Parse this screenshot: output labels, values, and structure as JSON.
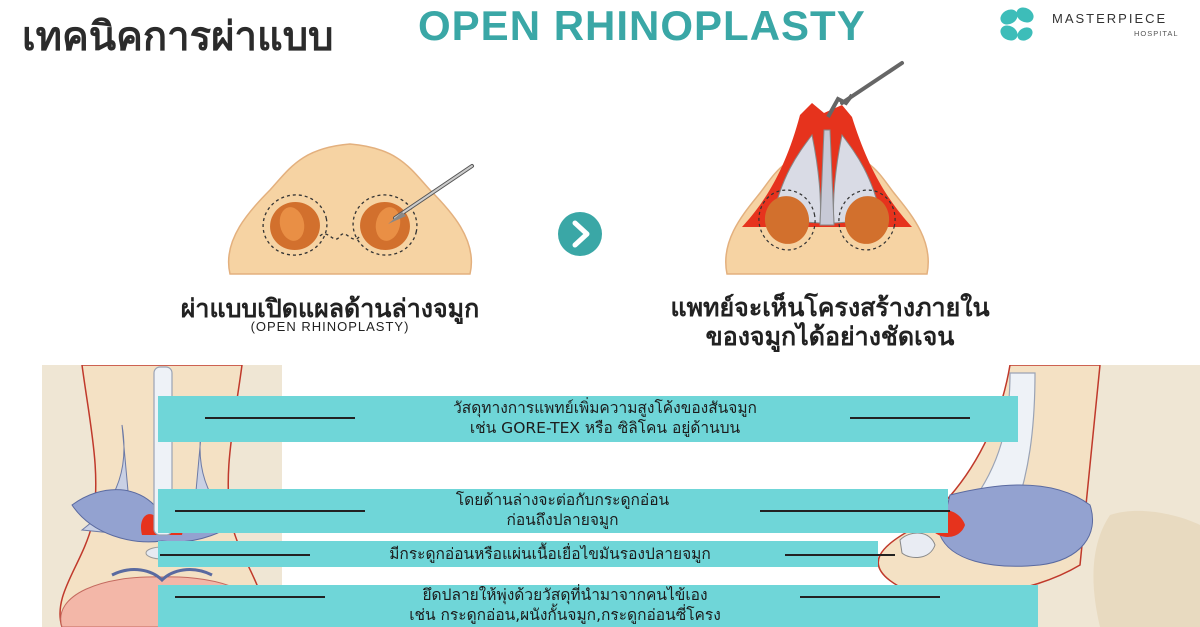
{
  "header": {
    "title_thai": "เทคนิคการผ่าแบบ",
    "title_en": "OPEN RHINOPLASTY",
    "brand_name": "MASTERPIECE",
    "brand_sub": "HOSPITAL"
  },
  "steps": [
    {
      "caption": "ผ่าแบบเปิดแผลด้านล่างจมูก",
      "subcaption": "(OPEN RHINOPLASTY)"
    },
    {
      "caption_line1": "แพทย์จะเห็นโครงสร้างภายใน",
      "caption_line2": "ของจมูกได้อย่างชัดเจน"
    }
  ],
  "labels": [
    {
      "line1": "วัสดุทางการแพทย์เพิ่มความสูงโค้งของสันจมูก",
      "line2": "เช่น GORE-TEX หรือ ซิลิโคน อยู่ด้านบน"
    },
    {
      "line1": "โดยด้านล่างจะต่อกับกระดูกอ่อน",
      "line2": "ก่อนถึงปลายจมูก"
    },
    {
      "line1": "มีกระดูกอ่อนหรือแผ่นเนื้อเยื่อไขมันรองปลายจมูก"
    },
    {
      "line1": "ยึดปลายให้พุ่งด้วยวัสดุที่นำมาจากคนไข้เอง",
      "line2": "เช่น กระดูกอ่อน,ผนังกั้นจมูก,กระดูกอ่อนซี่โครง"
    }
  ],
  "colors": {
    "accent": "#3aa7a6",
    "band": "#6fd6d8",
    "skin": "#f6d3a3",
    "nostril": "#d2702d",
    "implant_red": "#e6331d"
  },
  "icons": [
    "logo-leaf-icon",
    "arrow-right-icon",
    "scalpel-icon",
    "retractor-icon"
  ]
}
